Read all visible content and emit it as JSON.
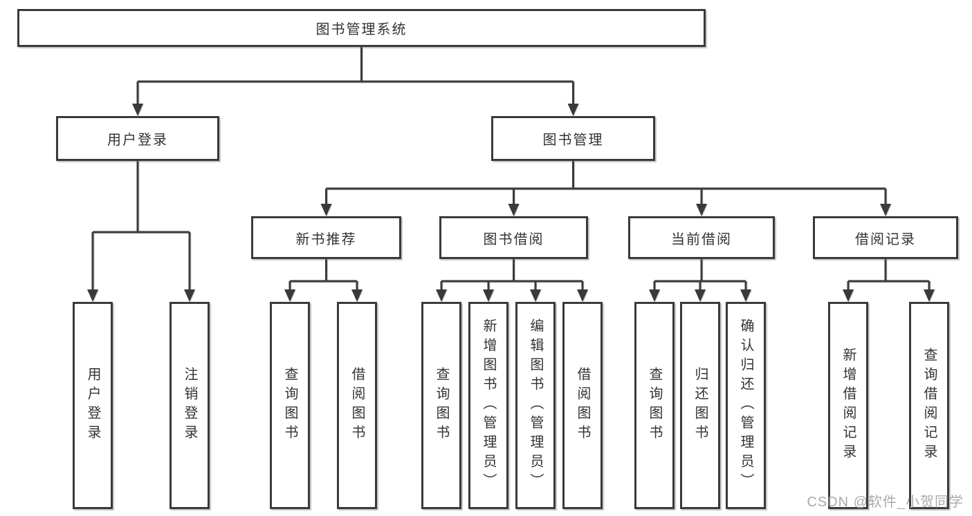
{
  "theme": {
    "bg_color": "#ffffff",
    "line_color": "#3a3a3a",
    "border_color": "#3a3a3a",
    "text_color": "#333333",
    "watermark_color": "#9c9c9c"
  },
  "tree": {
    "root": {
      "label": "图书管理系统"
    },
    "branches": [
      {
        "label": "用户登录",
        "children": [
          "用户登录",
          "注销登录"
        ]
      },
      {
        "label": "图书管理",
        "subbranches": [
          {
            "label": "新书推荐",
            "children": [
              "查询图书",
              "借阅图书"
            ]
          },
          {
            "label": "图书借阅",
            "children": [
              "查询图书",
              "新增图书（管理员）",
              "编辑图书（管理员）",
              "借阅图书"
            ]
          },
          {
            "label": "当前借阅",
            "children": [
              "查询图书",
              "归还图书",
              "确认归还（管理员）"
            ]
          },
          {
            "label": "借阅记录",
            "children": [
              "新增借阅记录",
              "查询借阅记录"
            ]
          }
        ]
      }
    ]
  },
  "watermark": {
    "text": "CSDN @软件_小贺同学"
  }
}
